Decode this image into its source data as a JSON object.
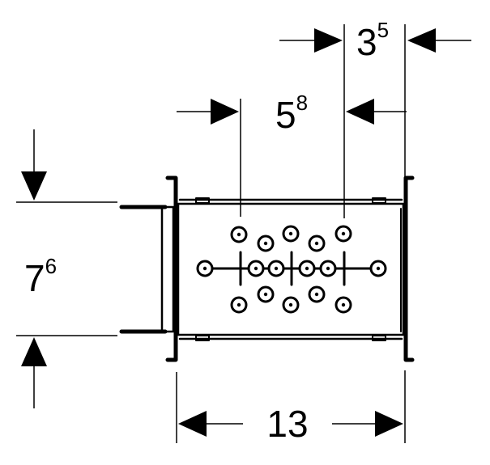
{
  "diagram": {
    "colors": {
      "line": "#000000",
      "background": "#ffffff"
    },
    "dimensions": {
      "top_right": {
        "main": "3",
        "sup": "5"
      },
      "top_middle": {
        "main": "5",
        "sup": "8"
      },
      "left": {
        "main": "7",
        "sup": "6"
      },
      "bottom": {
        "main": "13"
      }
    }
  }
}
